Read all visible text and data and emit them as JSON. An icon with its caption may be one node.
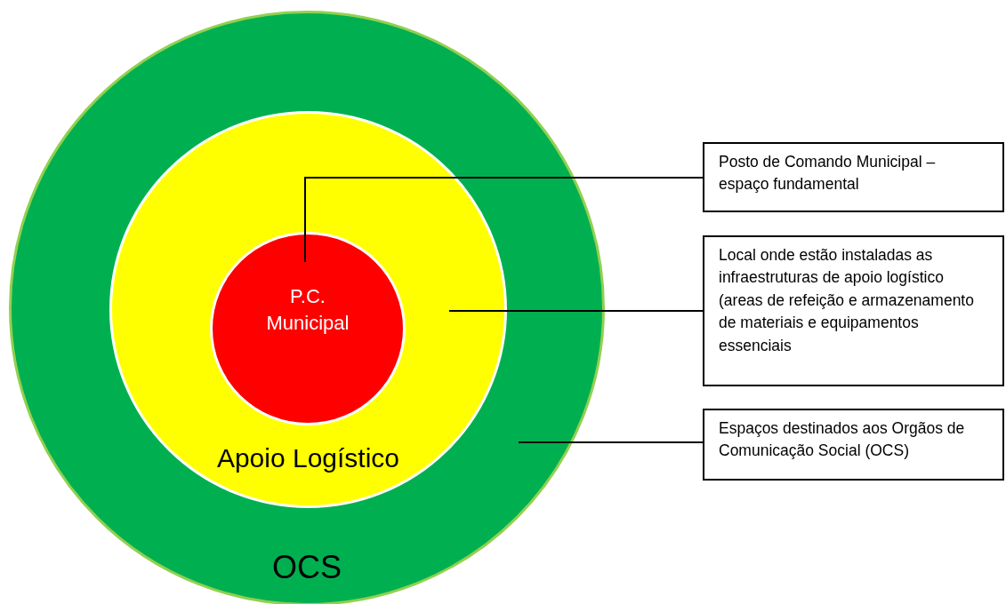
{
  "diagram": {
    "nodes": [
      {
        "text": [
          "OCS"
        ]
      },
      {
        "text": [
          "Apoio Logístico"
        ],
        "in": 0
      },
      {
        "text": [
          "P.C. Municipal"
        ],
        "in": 1
      },
      {
        "text": [
          "Posto de Comando Municipal – espaço fundamental"
        ]
      },
      {
        "text": [
          "Local onde estão instaladas as infraestruturas de apoio logístico (areas de refeição e armazenamento de materiais e equipamentos essenciais"
        ]
      },
      {
        "text": [
          "Espaços destinados aos Orgãos de Comunicação Social (OCS)"
        ]
      }
    ],
    "edges": [
      {
        "from": 3,
        "to": 2,
        "arrow": "none"
      },
      {
        "from": 4,
        "to": 1,
        "arrow": "none"
      },
      {
        "from": 5,
        "to": 0,
        "arrow": "none"
      }
    ]
  }
}
